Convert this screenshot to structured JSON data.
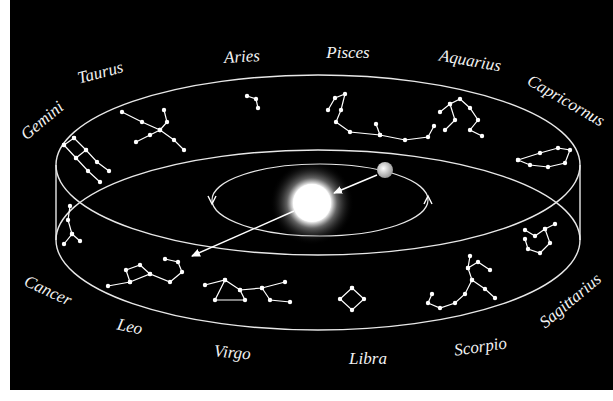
{
  "diagram": {
    "labels": [
      "Gemini",
      "Taurus",
      "Aries",
      "Pisces",
      "Aquarius",
      "Capricornus",
      "Cancer",
      "Leo",
      "Virgo",
      "Libra",
      "Scorpio",
      "Sagittarius"
    ]
  }
}
